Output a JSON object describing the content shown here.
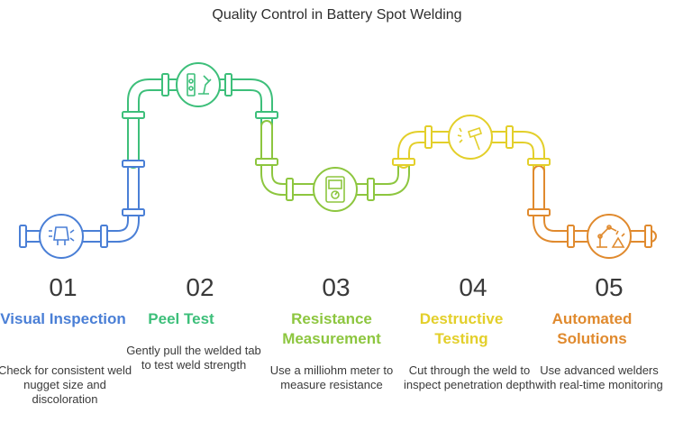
{
  "title": "Quality Control in Battery Spot Welding",
  "colors": {
    "blue": "#4a7fd6",
    "green": "#3dbf7a",
    "lime": "#8dc63f",
    "yellow": "#e3cf2a",
    "orange": "#e08a2e"
  },
  "steps": [
    {
      "number": "01",
      "title": "Visual Inspection",
      "description": "Check for consistent weld nugget size and discoloration",
      "icon": "magnifier-lamp-icon"
    },
    {
      "number": "02",
      "title": "Peel Test",
      "description": "Gently pull the welded tab to test weld strength",
      "icon": "peel-test-icon"
    },
    {
      "number": "03",
      "title": "Resistance Measurement",
      "description": "Use a milliohm meter to measure resistance",
      "icon": "multimeter-icon"
    },
    {
      "number": "04",
      "title": "Destructive Testing",
      "description": "Cut through the weld to inspect penetration depth",
      "icon": "hammer-icon"
    },
    {
      "number": "05",
      "title": "Automated Solutions",
      "description": "Use advanced welders with real-time monitoring",
      "icon": "robot-arm-icon"
    }
  ]
}
